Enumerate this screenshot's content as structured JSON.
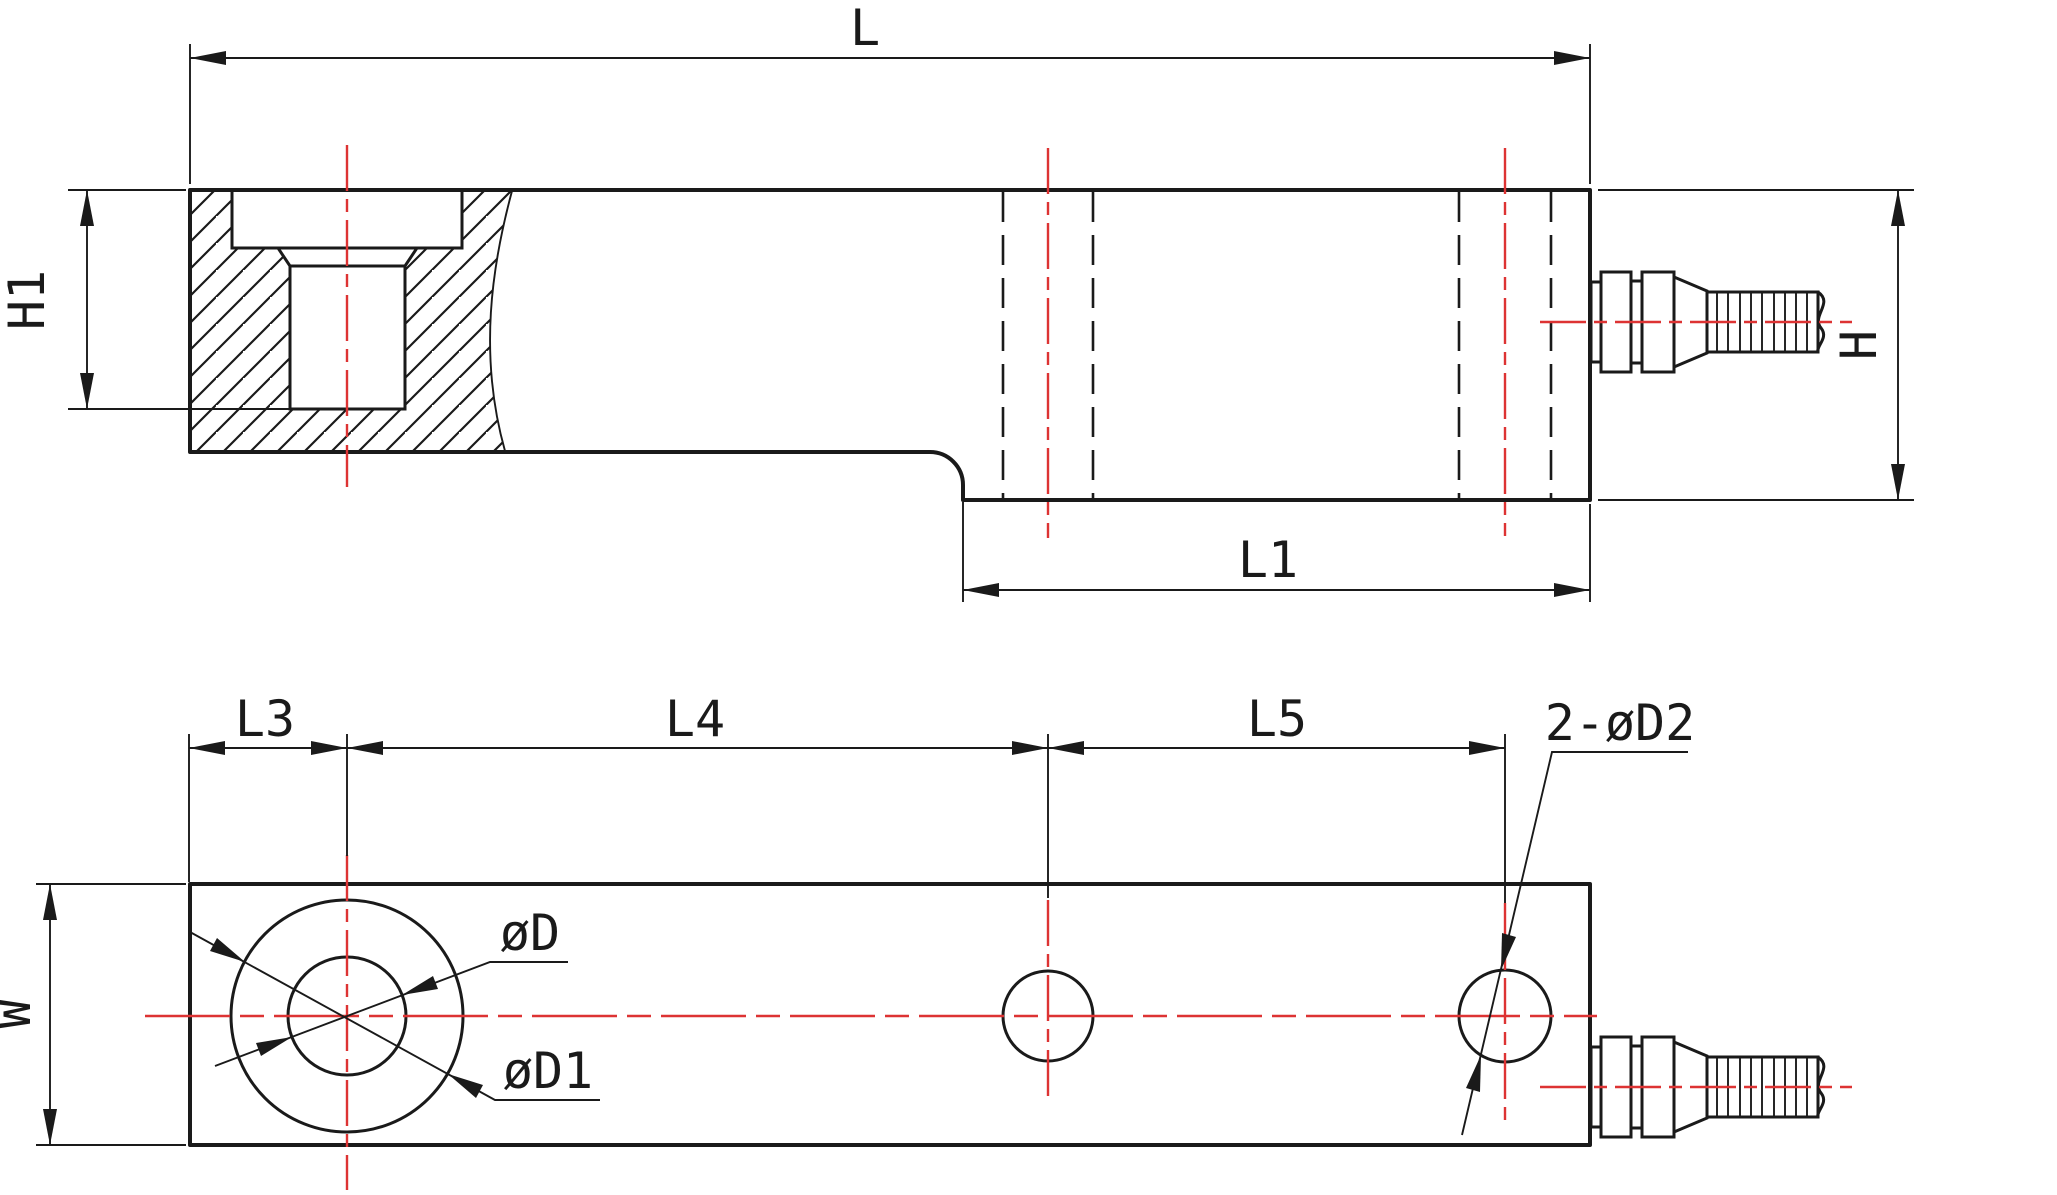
{
  "drawing": {
    "background_color": "#ffffff",
    "line_color": "#1a1a1a",
    "centerline_color": "#dd3333",
    "dims": {
      "L": "L",
      "L1": "L1",
      "H": "H",
      "H1": "H1",
      "W": "W",
      "L3": "L3",
      "L4": "L4",
      "L5": "L5",
      "D": "øD",
      "D1": "øD1",
      "D2": "2-øD2"
    }
  }
}
